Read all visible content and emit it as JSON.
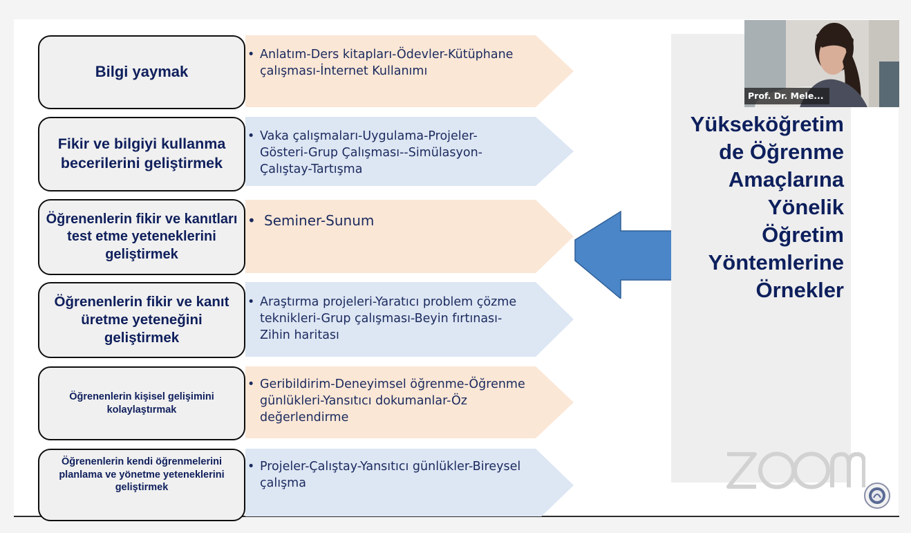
{
  "slide": {
    "title_lines": [
      "Yükseköğretim",
      "de Öğrenme",
      "Amaçlarına",
      "Yönelik",
      "Öğretim",
      "Yöntemlerine",
      "Örnekler"
    ],
    "rows": [
      {
        "goal": "Bilgi yaymak",
        "methods": "Anlatım-Ders kitapları-Ödevler-Kütüphane çalışması-İnternet Kullanımı",
        "arrow_color": "#fbe7d6"
      },
      {
        "goal": "Fikir ve bilgiyi kullanma becerilerini geliştirmek",
        "methods": "Vaka çalışmaları-Uygulama-Projeler-Gösteri-Grup Çalışması--Simülasyon-Çalıştay-Tartışma",
        "arrow_color": "#dde6f3"
      },
      {
        "goal": "Öğrenenlerin fikir ve kanıtları test etme yeteneklerini geliştirmek",
        "methods": "Seminer-Sunum",
        "arrow_color": "#fbe7d6"
      },
      {
        "goal": "Öğrenenlerin fikir ve kanıt üretme yeteneğini geliştirmek",
        "methods": "Araştırma projeleri-Yaratıcı problem çözme teknikleri-Grup çalışması-Beyin fırtınası-Zihin haritası",
        "arrow_color": "#dde6f3"
      },
      {
        "goal": "Öğrenenlerin kişisel gelişimini kolaylaştırmak",
        "methods": "Geribildirim-Deneyimsel öğrenme-Öğrenme günlükleri-Yansıtıcı dokumanlar-Öz değerlendirme",
        "arrow_color": "#fbe7d6"
      },
      {
        "goal": "Öğrenenlerin kendi öğrenmelerini planlama ve yönetme yeteneklerini geliştirmek",
        "methods": "Projeler-Çalıştay-Yansıtıcı günlükler-Bireysel çalışma",
        "arrow_color": "#dde6f3"
      }
    ],
    "bullet_char": "•",
    "big_arrow_color": "#4a86c8"
  },
  "video": {
    "participant_name": "Prof. Dr. Mele..."
  },
  "watermark": {
    "text": "ZOOM"
  }
}
